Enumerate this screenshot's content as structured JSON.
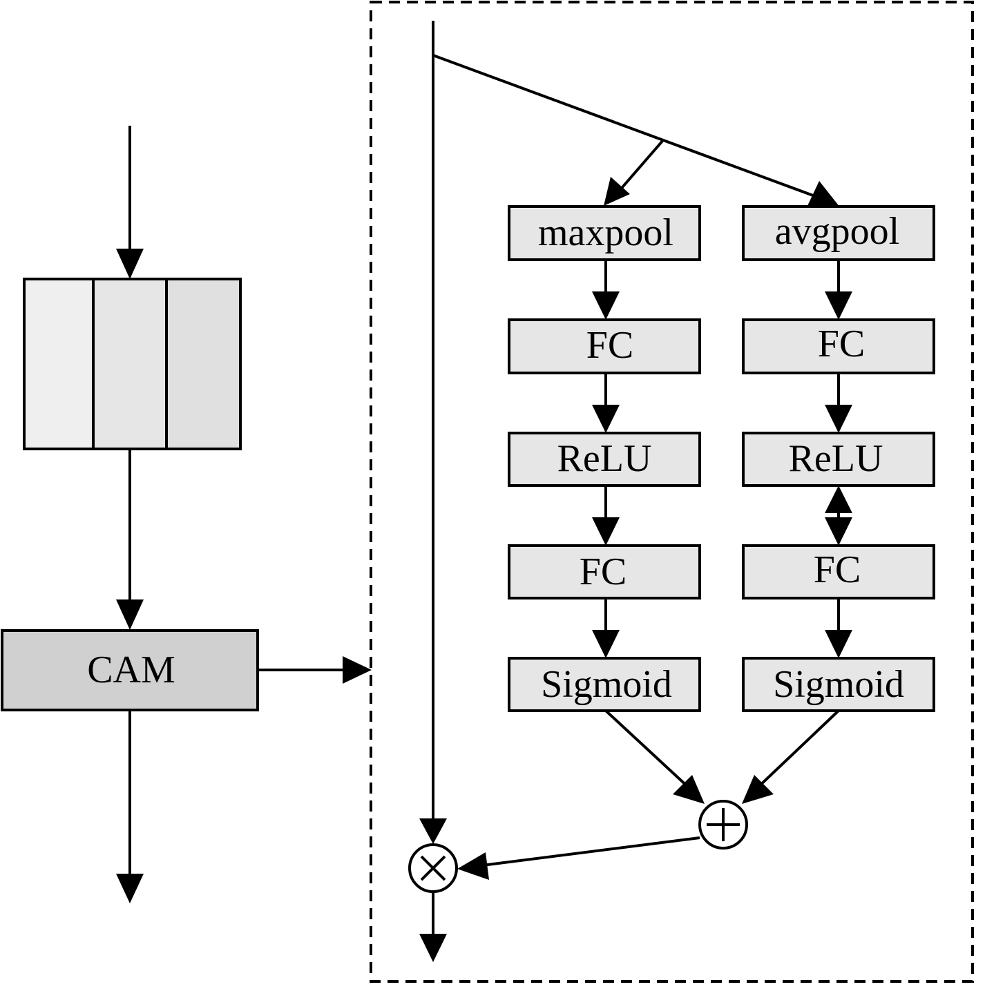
{
  "colors": {
    "box_fill": "#e6e6e6",
    "cam_fill": "#d0d0d0",
    "stack_fill_1": "#efefef",
    "stack_fill_2": "#e6e6e6",
    "stack_fill_3": "#e0e0e0",
    "stroke": "#000000"
  },
  "left": {
    "cam_label": "CAM"
  },
  "branch_max": {
    "pool_label": "maxpool",
    "fc1_label": "FC",
    "relu_label": "ReLU",
    "fc2_label": "FC",
    "sigmoid_label": "Sigmoid"
  },
  "branch_avg": {
    "pool_label": "avgpool",
    "fc1_label": "FC",
    "relu_label": "ReLU",
    "fc2_label": "FC",
    "sigmoid_label": "Sigmoid"
  },
  "operators": {
    "add_symbol": "plus-circle",
    "multiply_symbol": "times-circle"
  }
}
